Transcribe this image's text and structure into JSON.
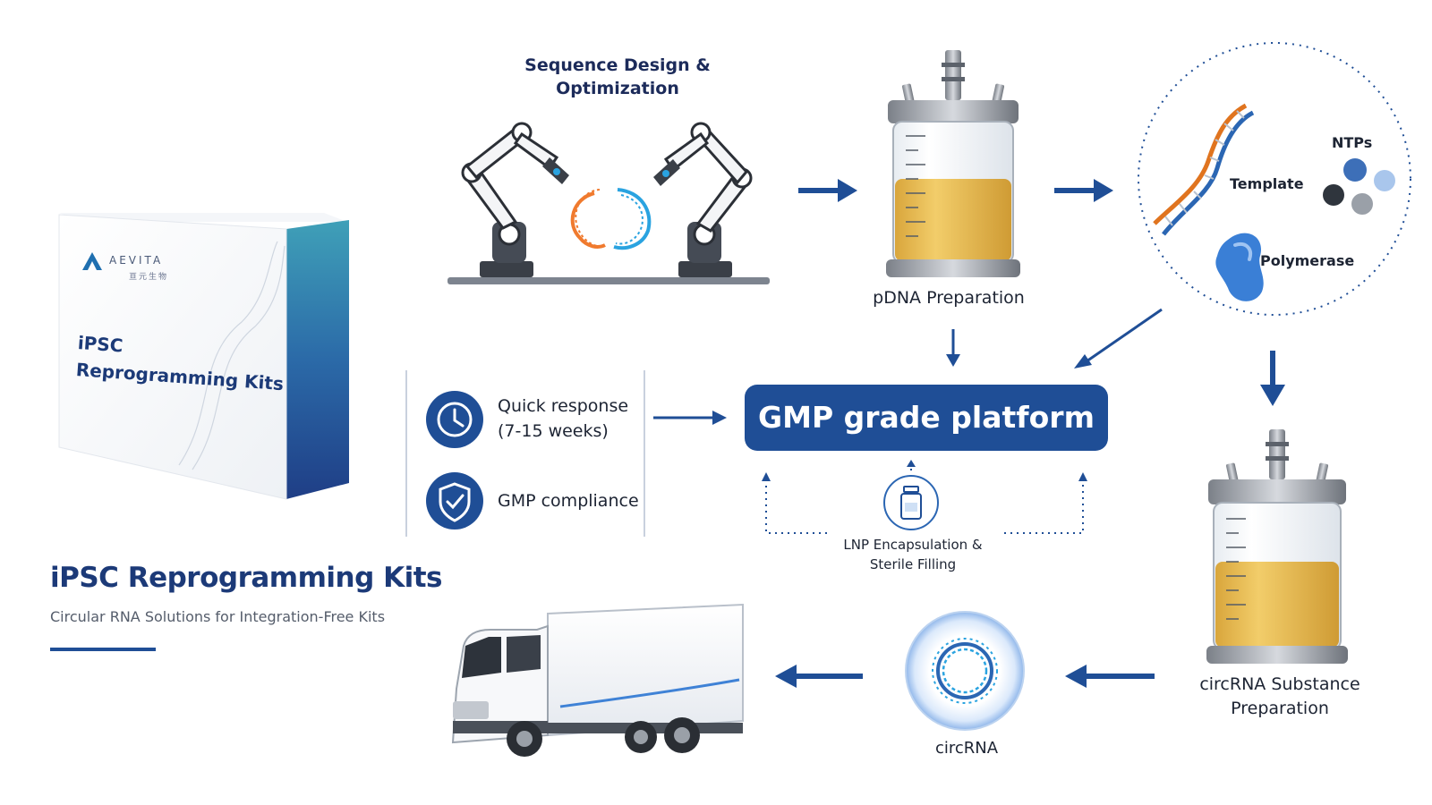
{
  "product_box": {
    "brand": "AEVITA",
    "brand_cn": "亘元生物",
    "title_line1": "iPSC",
    "title_line2": "Reprogramming Kits"
  },
  "product": {
    "title": "iPSC Reprogramming Kits",
    "subtitle": "Circular RNA Solutions for Integration-Free Kits"
  },
  "steps": {
    "sequence_design": "Sequence Design & Optimization",
    "pdna": "pDNA Preparation",
    "circrna_substance": "circRNA Substance Preparation",
    "circrna": "circRNA",
    "lnp": "LNP Encapsulation & Sterile Filling"
  },
  "ivt": {
    "ntps": "NTPs",
    "template": "Template",
    "polymerase": "Polymerase"
  },
  "platform": {
    "title": "GMP grade platform"
  },
  "features": [
    {
      "icon": "clock-icon",
      "text": "Quick response (7-15 weeks)"
    },
    {
      "icon": "shield-check-icon",
      "text": "GMP compliance"
    }
  ],
  "colors": {
    "navy": "#1f4e96",
    "dark_navy": "#1c3a78",
    "liquid": "#e8b84a",
    "orange_strand": "#f07a2e",
    "blue_strand": "#2aa3e0",
    "polymerase": "#3a7fd6"
  }
}
